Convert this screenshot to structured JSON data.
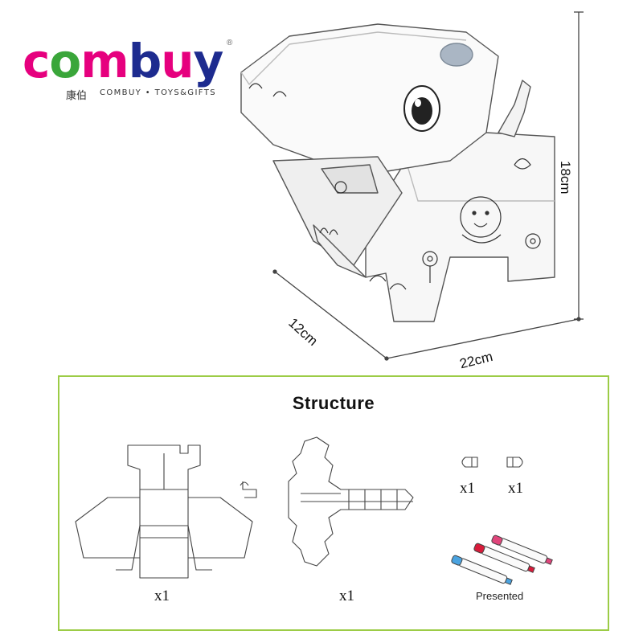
{
  "brand": {
    "letters": [
      {
        "char": "c",
        "color": "#e6007e"
      },
      {
        "char": "o",
        "color": "#3aa63a"
      },
      {
        "char": "m",
        "color": "#e6007e"
      },
      {
        "char": "b",
        "color": "#1d2b8f"
      },
      {
        "char": "u",
        "color": "#e6007e"
      },
      {
        "char": "y",
        "color": "#1d2b8f"
      }
    ],
    "registered": "®",
    "chinese": "康伯",
    "tagline": "COMBUY • TOYS&GIFTS"
  },
  "dimensions": {
    "height": "18cm",
    "depth": "12cm",
    "width": "22cm"
  },
  "structure": {
    "title": "Structure",
    "border_color": "#9ccc46",
    "parts": [
      {
        "name": "body-sheet",
        "qty": "x1"
      },
      {
        "name": "head-sheet",
        "qty": "x1"
      },
      {
        "name": "ear-left",
        "qty": "x1"
      },
      {
        "name": "ear-right",
        "qty": "x1"
      }
    ],
    "presented_label": "Presented",
    "marker_colors": [
      "#4aa3e0",
      "#d81b3a",
      "#e0457b"
    ]
  }
}
